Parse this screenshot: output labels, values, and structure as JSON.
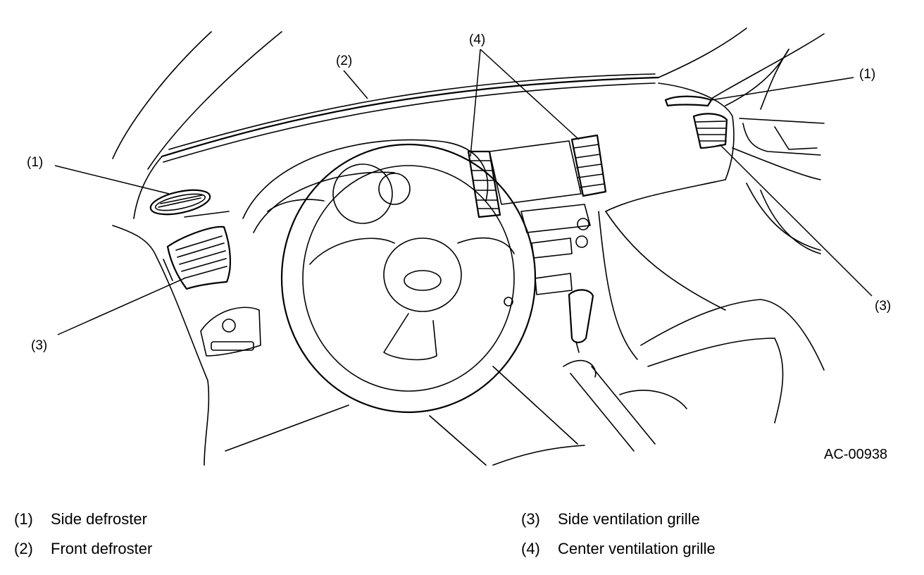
{
  "figure_code": "AC-00938",
  "callouts": {
    "side_defroster_left": "(1)",
    "side_defroster_right": "(1)",
    "front_defroster": "(2)",
    "side_grille_left": "(3)",
    "side_grille_right": "(3)",
    "center_grille": "(4)"
  },
  "legend": [
    {
      "num": "(1)",
      "label": "Side defroster"
    },
    {
      "num": "(2)",
      "label": "Front defroster"
    },
    {
      "num": "(3)",
      "label": "Side ventilation grille"
    },
    {
      "num": "(4)",
      "label": "Center ventilation grille"
    }
  ]
}
